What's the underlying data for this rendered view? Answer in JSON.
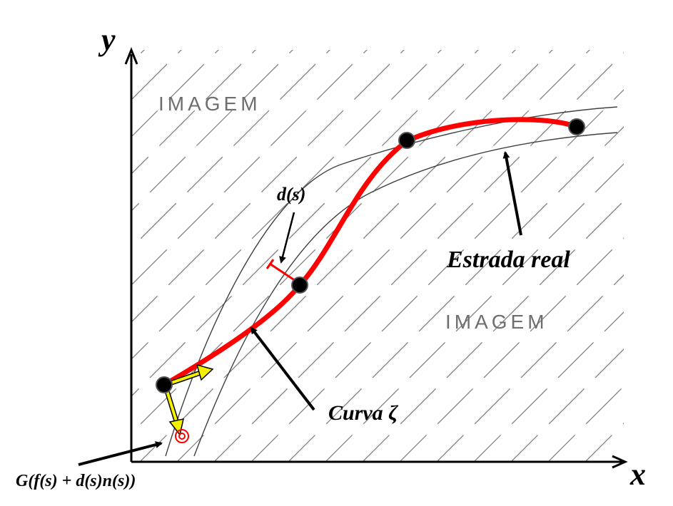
{
  "axes": {
    "x_label": "x",
    "y_label": "y"
  },
  "region_labels": {
    "top_left": "IMAGEM",
    "right": "IMAGEM"
  },
  "annotations": {
    "offset": "d(s)",
    "road": "Estrada real",
    "curve": "Curva ζ",
    "projection": "G(f(s) + d(s)n(s))"
  },
  "colors": {
    "curve": "#ff0000",
    "frame_vectors": "#f5f000",
    "road_lines": "#404040",
    "hatch": "#7a7a7a",
    "control_points": "#000000",
    "target_marker": "#ff0000"
  }
}
